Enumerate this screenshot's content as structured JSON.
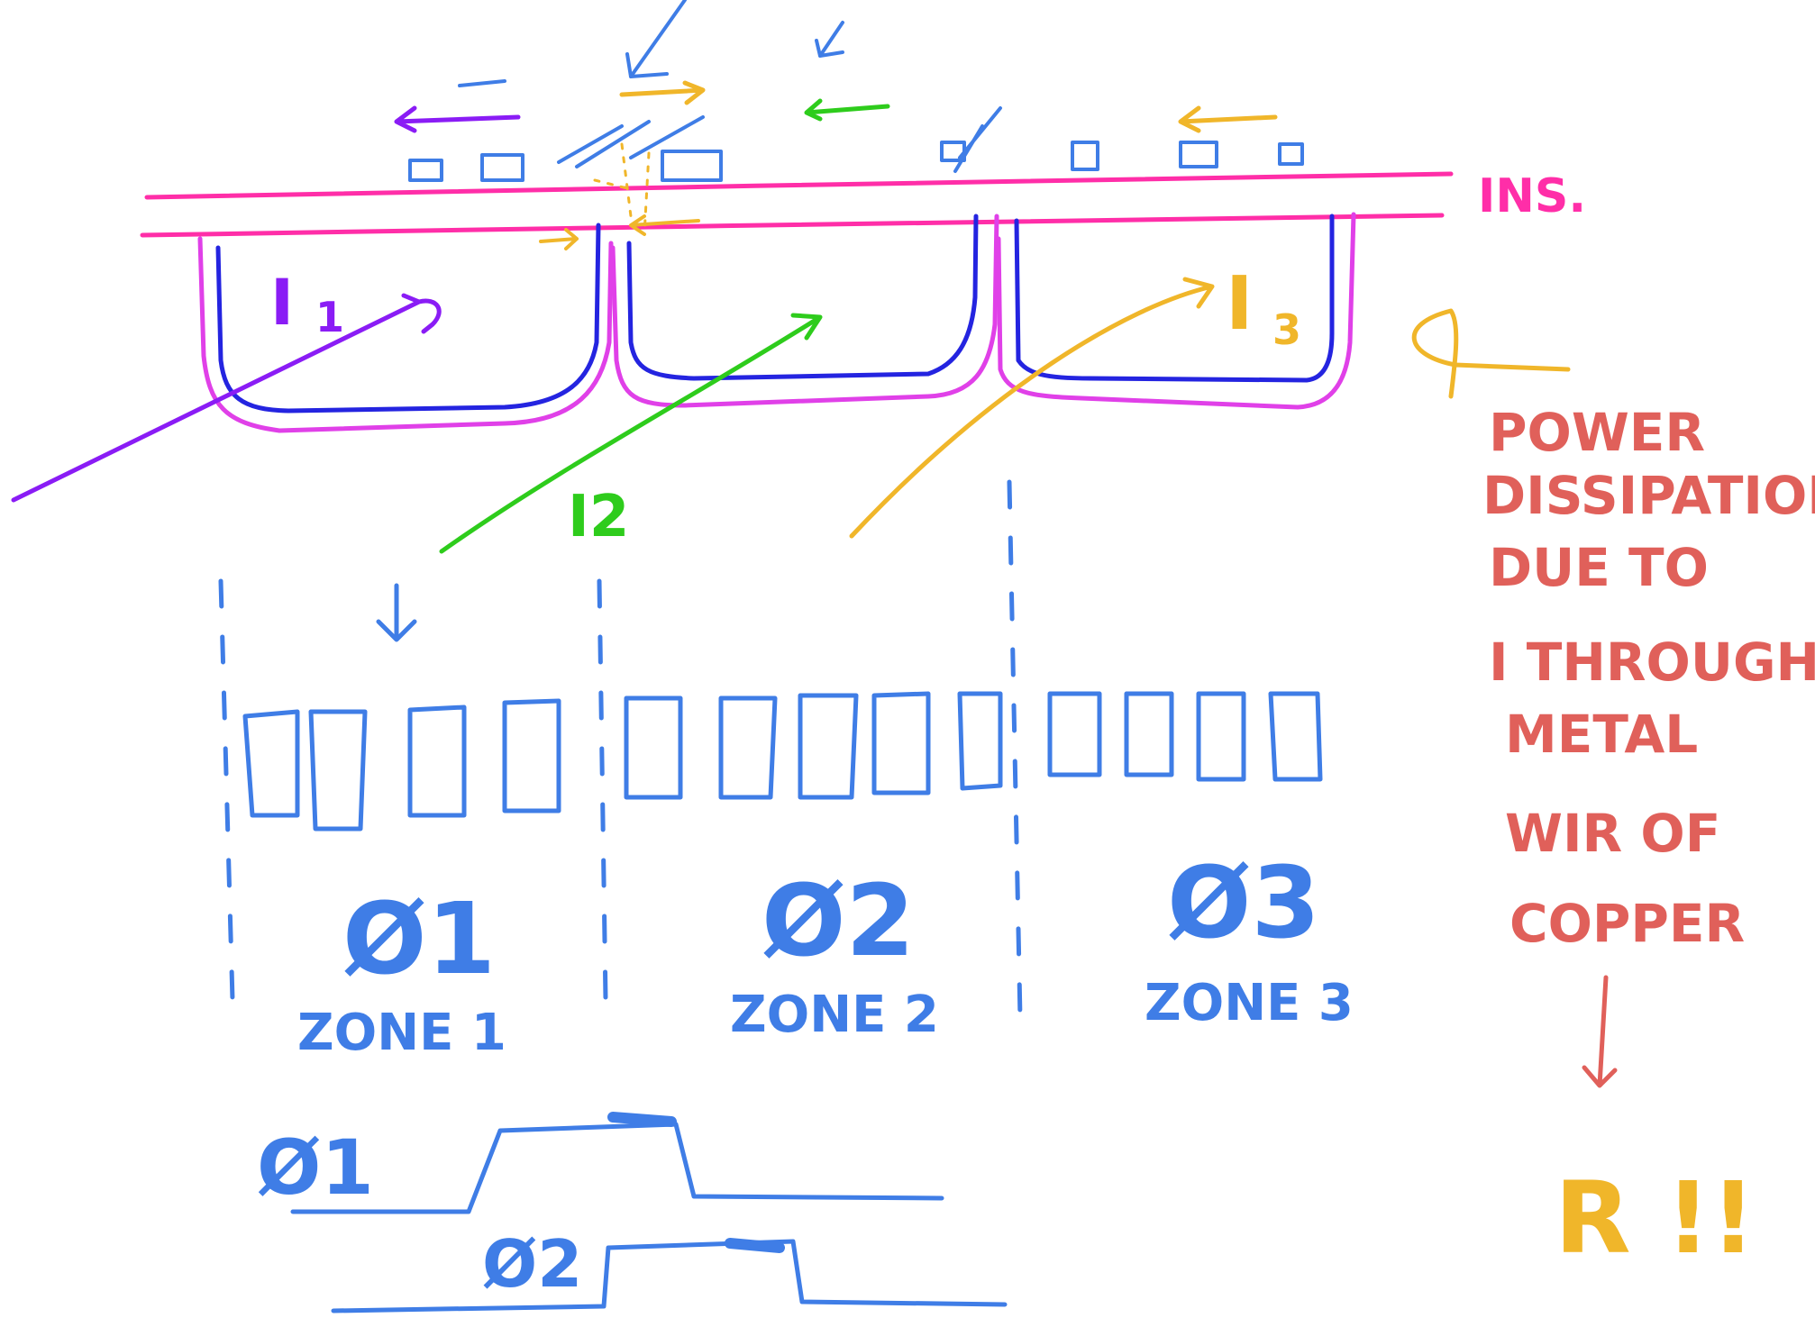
{
  "labels": {
    "ins": "INS.",
    "i1": "I",
    "i1_sub": "1",
    "i2": "I2",
    "i3": "I",
    "i3_sub": "3",
    "phi1": "Ø1",
    "phi2": "Ø2",
    "phi3": "Ø3",
    "zone1": "ZONE 1",
    "zone2": "ZONE 2",
    "zone3": "ZONE 3",
    "wave_phi1": "Ø1",
    "wave_phi2": "Ø2",
    "note": [
      "POWER",
      "DISSIPATION",
      "DUE TO",
      "I THROUGH",
      "METAL",
      "WIR OF",
      "COPPER"
    ],
    "result": "R !!"
  },
  "colors": {
    "insulator": "#ff2ea8",
    "well": "#2424e0",
    "well_outline": "#e040e8",
    "electrodes": "#3f7de6",
    "current1": "#8a1cf5",
    "current2": "#2ecc1c",
    "current3": "#f0b62a",
    "note": "#e0605a",
    "result": "#f0b62a"
  }
}
